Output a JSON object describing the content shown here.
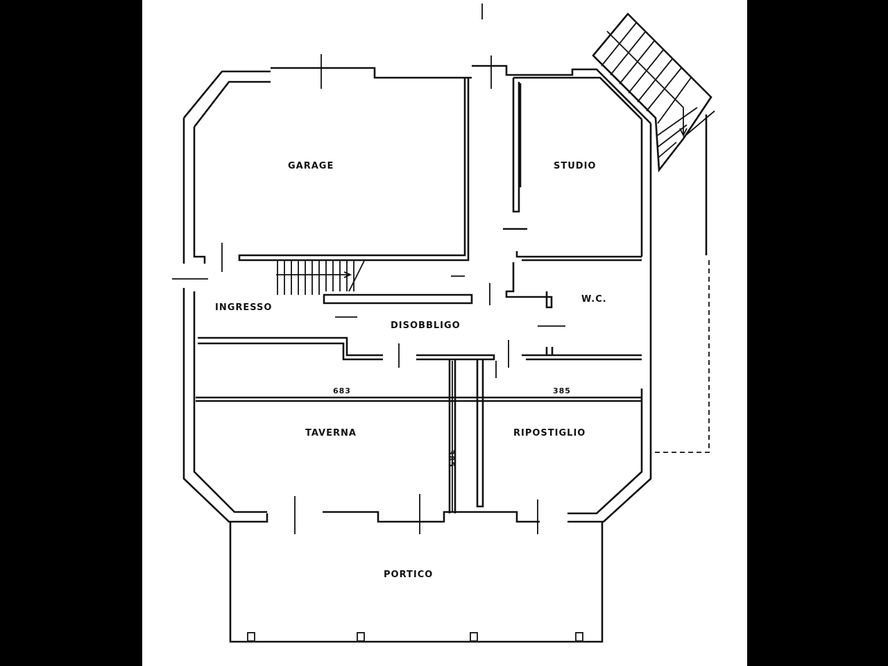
{
  "rooms": {
    "garage": "GARAGE",
    "studio": "STUDIO",
    "ingresso": "INGRESSO",
    "disobbligo": "DISOBBLIGO",
    "wc": "W.C.",
    "taverna": "TAVERNA",
    "ripostiglio": "RIPOSTIGLIO",
    "portico": "PORTICO"
  },
  "dimensions": {
    "taverna_width": "683",
    "ripostiglio_width": "385",
    "room_depth": "385"
  },
  "colors": {
    "line": "#111111",
    "paper": "#ffffff",
    "background": "#000000"
  }
}
